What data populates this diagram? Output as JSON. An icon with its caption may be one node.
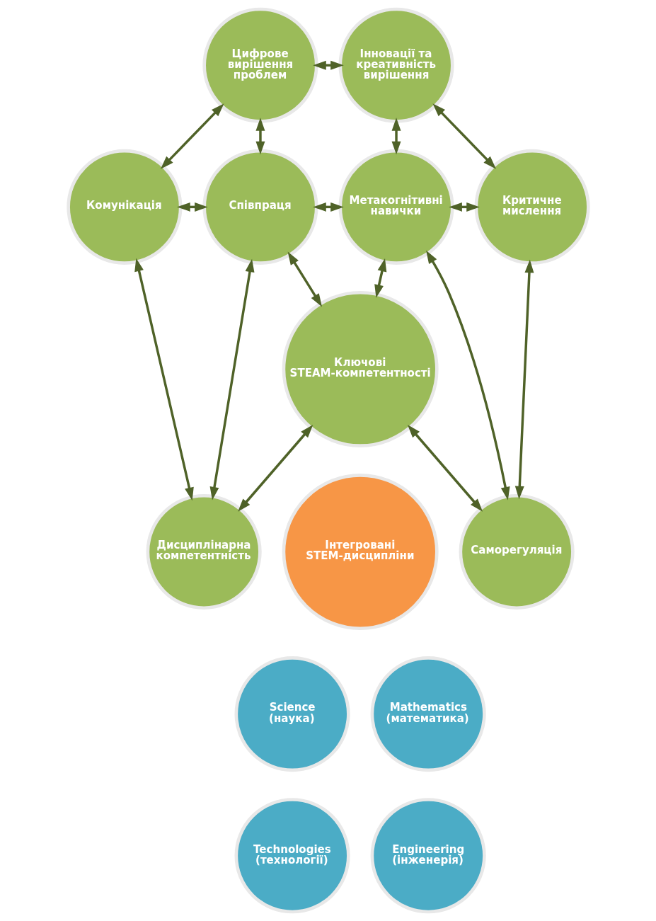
{
  "diagram": {
    "nodes": [
      {
        "text": [
          "Цифрове вирішення проблем"
        ]
      },
      {
        "text": [
          "Інновації та креативність вирішення"
        ]
      },
      {
        "text": [
          "Комунікація"
        ]
      },
      {
        "text": [
          "Критичне мислення"
        ]
      },
      {
        "text": [
          "Співпраця"
        ]
      },
      {
        "text": [
          "Метакогнітивні навички"
        ]
      },
      {
        "text": [
          "Дисциплінарна компетентність"
        ]
      },
      {
        "text": [
          "Саморегуляція"
        ]
      },
      {
        "text": [
          "Ключові STEAM-компетентності"
        ]
      },
      {
        "text": [
          "Інтегровані STEM-дисципліни"
        ]
      },
      {
        "text": [
          "Science (наука)"
        ]
      },
      {
        "text": [
          "Mathematics (математика)"
        ]
      },
      {
        "text": [
          "Technologies (технології)"
        ]
      },
      {
        "text": [
          "Engineering (інженерія)"
        ]
      }
    ],
    "edges": [
      {
        "from": 0,
        "to": 1,
        "arrow": "both"
      },
      {
        "from": 2,
        "to": 0,
        "arrow": "both"
      },
      {
        "from": 0,
        "to": 4,
        "arrow": "both"
      },
      {
        "from": 1,
        "to": 3,
        "arrow": "both"
      },
      {
        "from": 1,
        "to": 5,
        "arrow": "both"
      },
      {
        "from": 2,
        "to": 4,
        "arrow": "both"
      },
      {
        "from": 4,
        "to": 5,
        "arrow": "both"
      },
      {
        "from": 5,
        "to": 3,
        "arrow": "both"
      },
      {
        "from": 2,
        "to": 6,
        "arrow": "both"
      },
      {
        "from": 3,
        "to": 7,
        "arrow": "both"
      },
      {
        "from": 4,
        "to": 6,
        "arrow": "both"
      },
      {
        "from": 4,
        "to": 8,
        "arrow": "both"
      },
      {
        "from": 5,
        "to": 8,
        "arrow": "both"
      },
      {
        "from": 5,
        "to": 7,
        "arrow": "both"
      },
      {
        "from": 6,
        "to": 8,
        "arrow": "both"
      },
      {
        "from": 8,
        "to": 7,
        "arrow": "both"
      }
    ]
  }
}
